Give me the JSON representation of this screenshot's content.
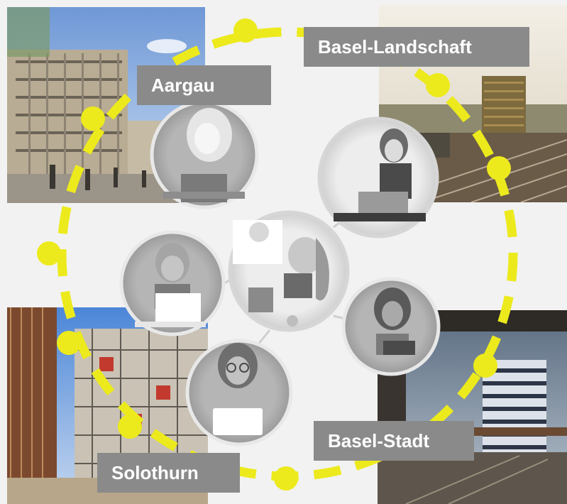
{
  "regions": [
    {
      "key": "aargau",
      "label": "Aargau"
    },
    {
      "key": "basel_landschaft",
      "label": "Basel-Landschaft"
    },
    {
      "key": "basel_stadt",
      "label": "Basel-Stadt"
    },
    {
      "key": "solothurn",
      "label": "Solothurn"
    }
  ],
  "colors": {
    "ring": "#ecea1c",
    "label_bg": "#8a8a8a",
    "label_text": "#ffffff",
    "background": "#f2f2f2"
  },
  "photos": [
    {
      "name": "office-building-photo"
    },
    {
      "name": "railway-tower-photo"
    },
    {
      "name": "scaffolding-construction-photo"
    },
    {
      "name": "station-highrise-photo"
    }
  ],
  "people": [
    {
      "name": "woman-laptop-portrait"
    },
    {
      "name": "man-waving-portrait"
    },
    {
      "name": "woman-ponytail-portrait"
    },
    {
      "name": "young-man-portrait"
    },
    {
      "name": "woman-dark-hair-portrait"
    },
    {
      "name": "woman-glasses-portrait"
    }
  ]
}
